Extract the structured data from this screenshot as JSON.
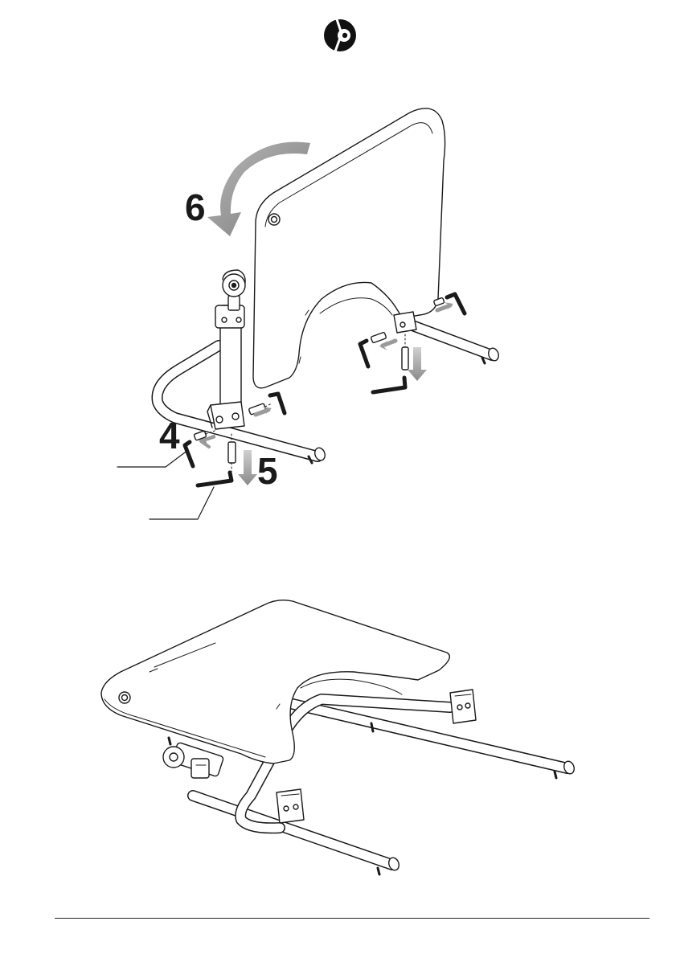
{
  "header": {
    "icon": "manual-symbol-icon"
  },
  "figure_top": {
    "steps": [
      {
        "id": "step-4",
        "label": "4"
      },
      {
        "id": "step-5",
        "label": "5"
      },
      {
        "id": "step-6",
        "label": "6"
      }
    ]
  },
  "figure_bottom": {},
  "colors": {
    "ink": "#1a1a1a",
    "arrow_gray": "#9a9a9a",
    "arrow_dark": "#6e6e6e"
  }
}
